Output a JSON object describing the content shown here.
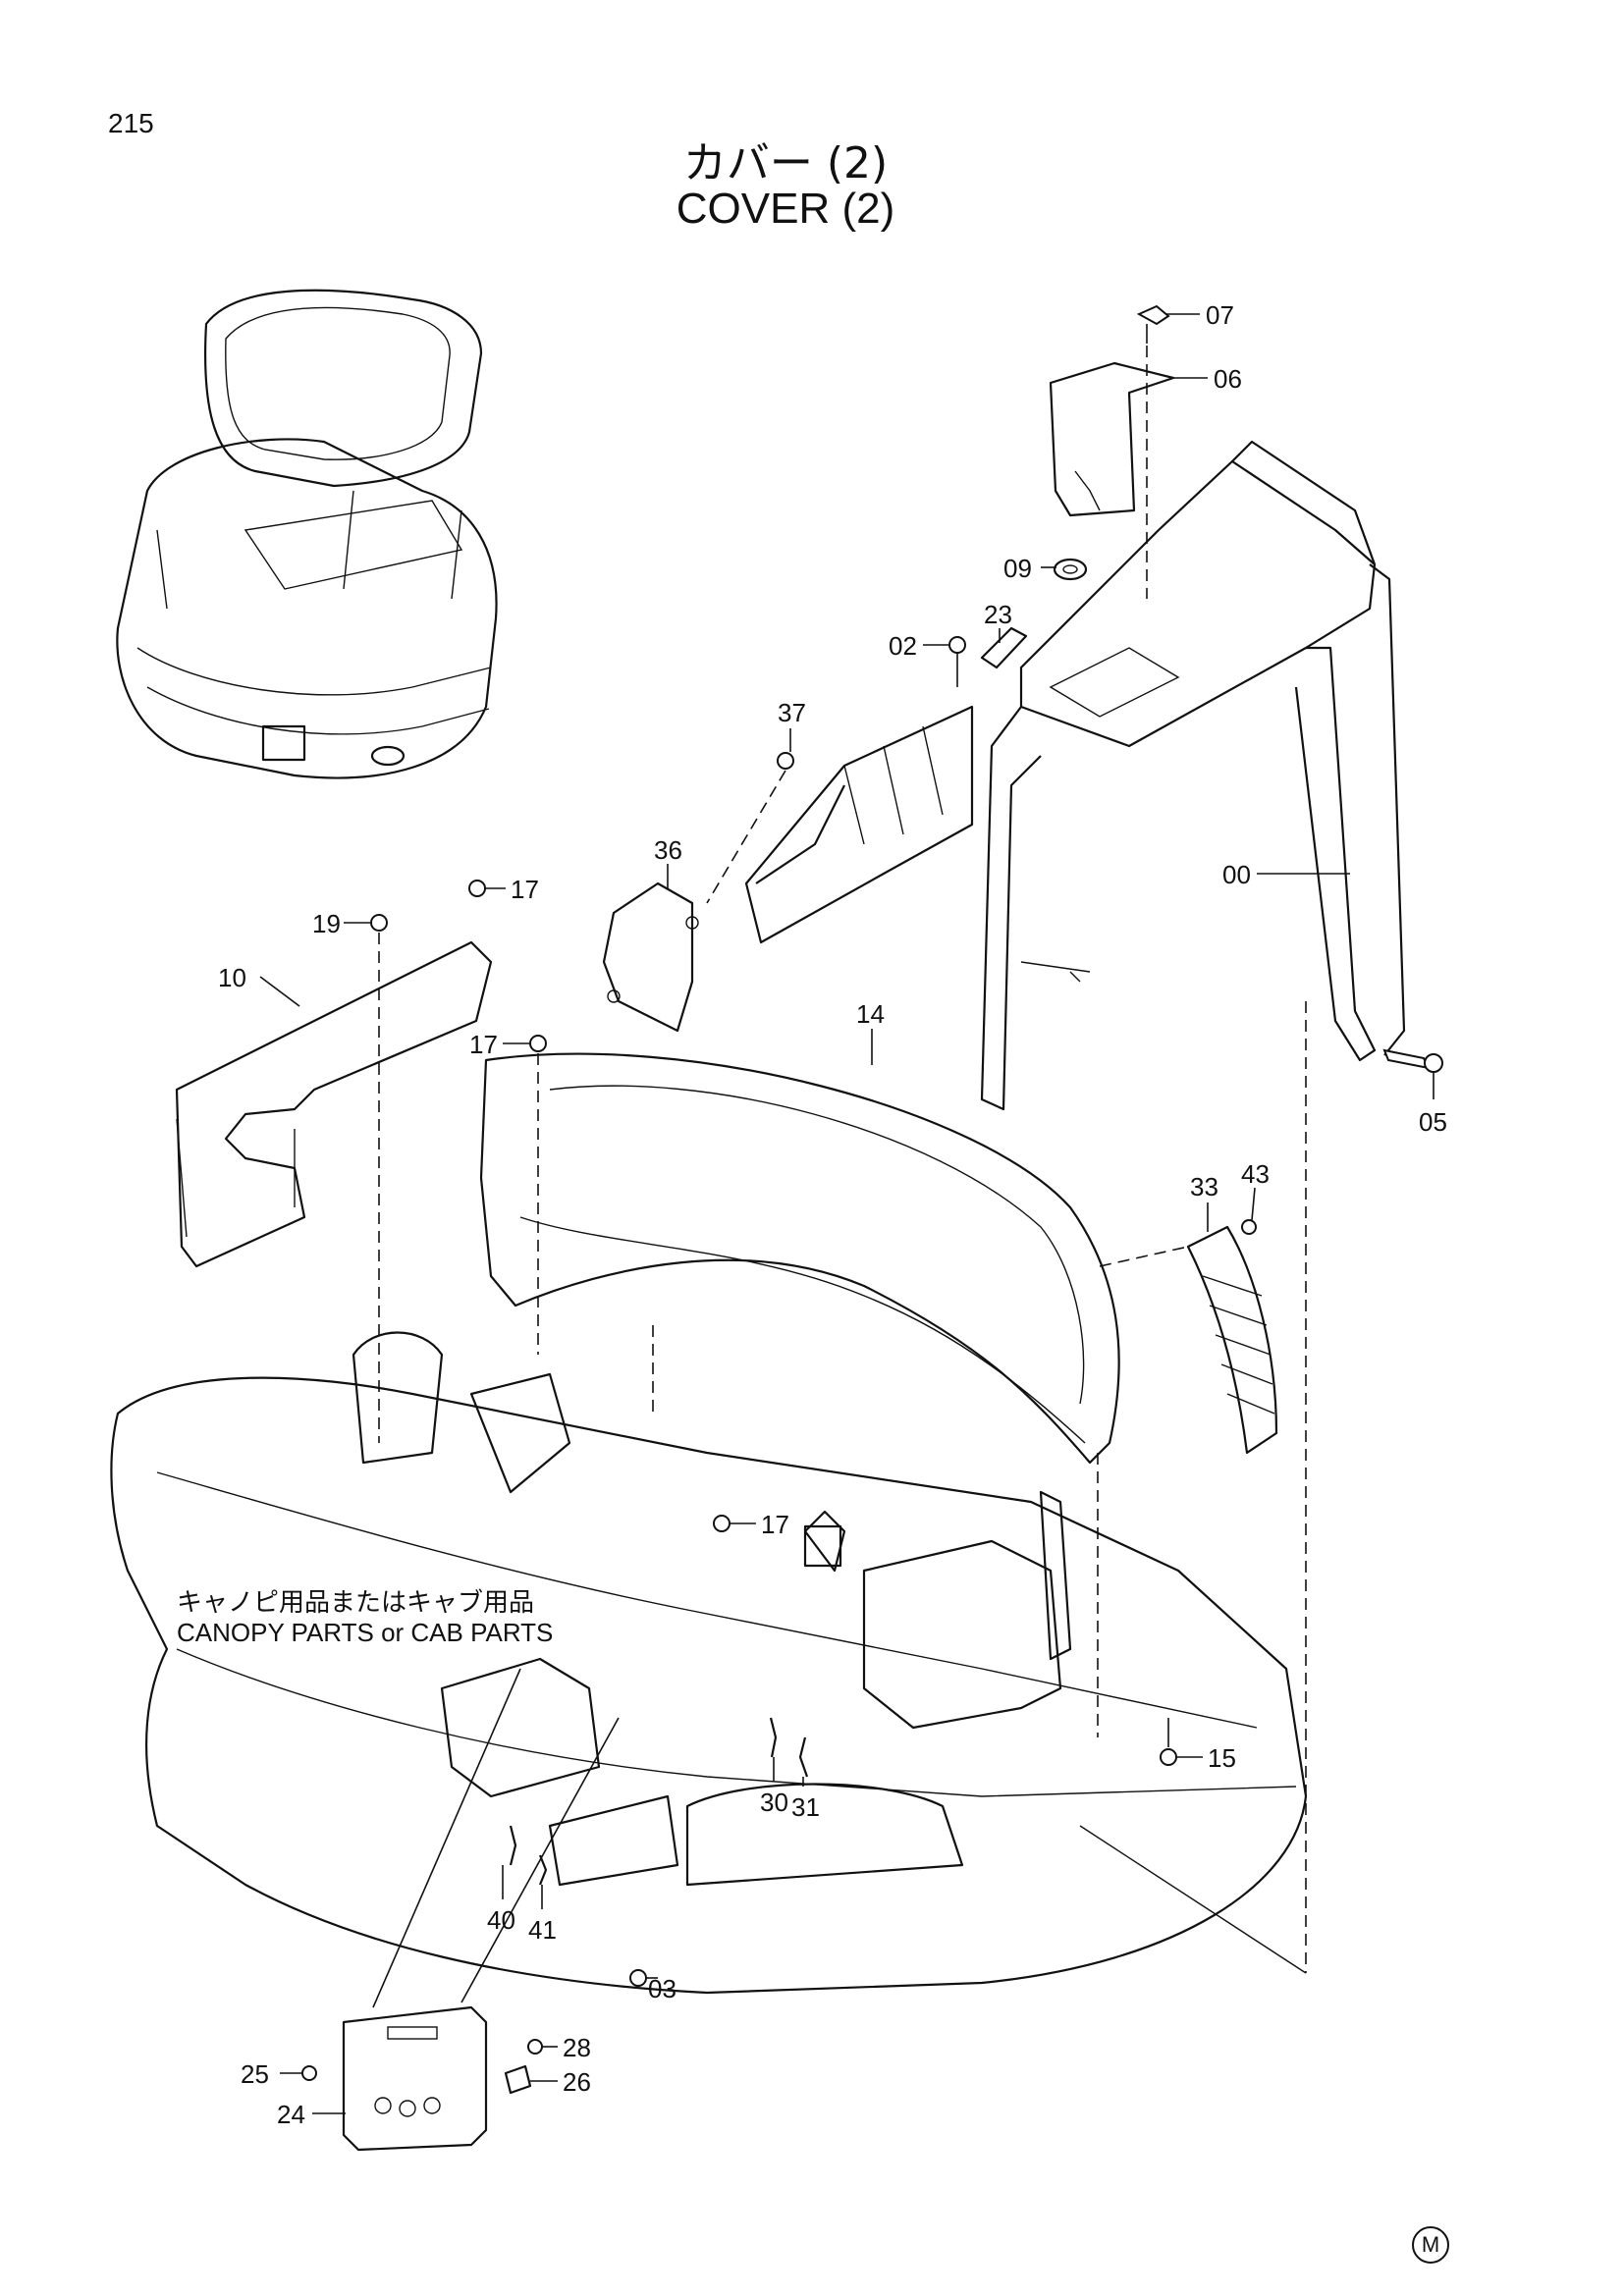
{
  "page_number": "215",
  "title_jp": "カバー (2)",
  "title_en": "COVER (2)",
  "note_jp": "キャノピ用品またはキャブ用品",
  "note_en": "CANOPY PARTS or CAB PARTS",
  "mark": "M",
  "callouts": [
    "07",
    "06",
    "09",
    "23",
    "02",
    "37",
    "36",
    "00",
    "05",
    "17",
    "19",
    "10",
    "14",
    "33",
    "43",
    "17",
    "17",
    "15",
    "30",
    "31",
    "40",
    "41",
    "03",
    "28",
    "26",
    "25",
    "24"
  ]
}
